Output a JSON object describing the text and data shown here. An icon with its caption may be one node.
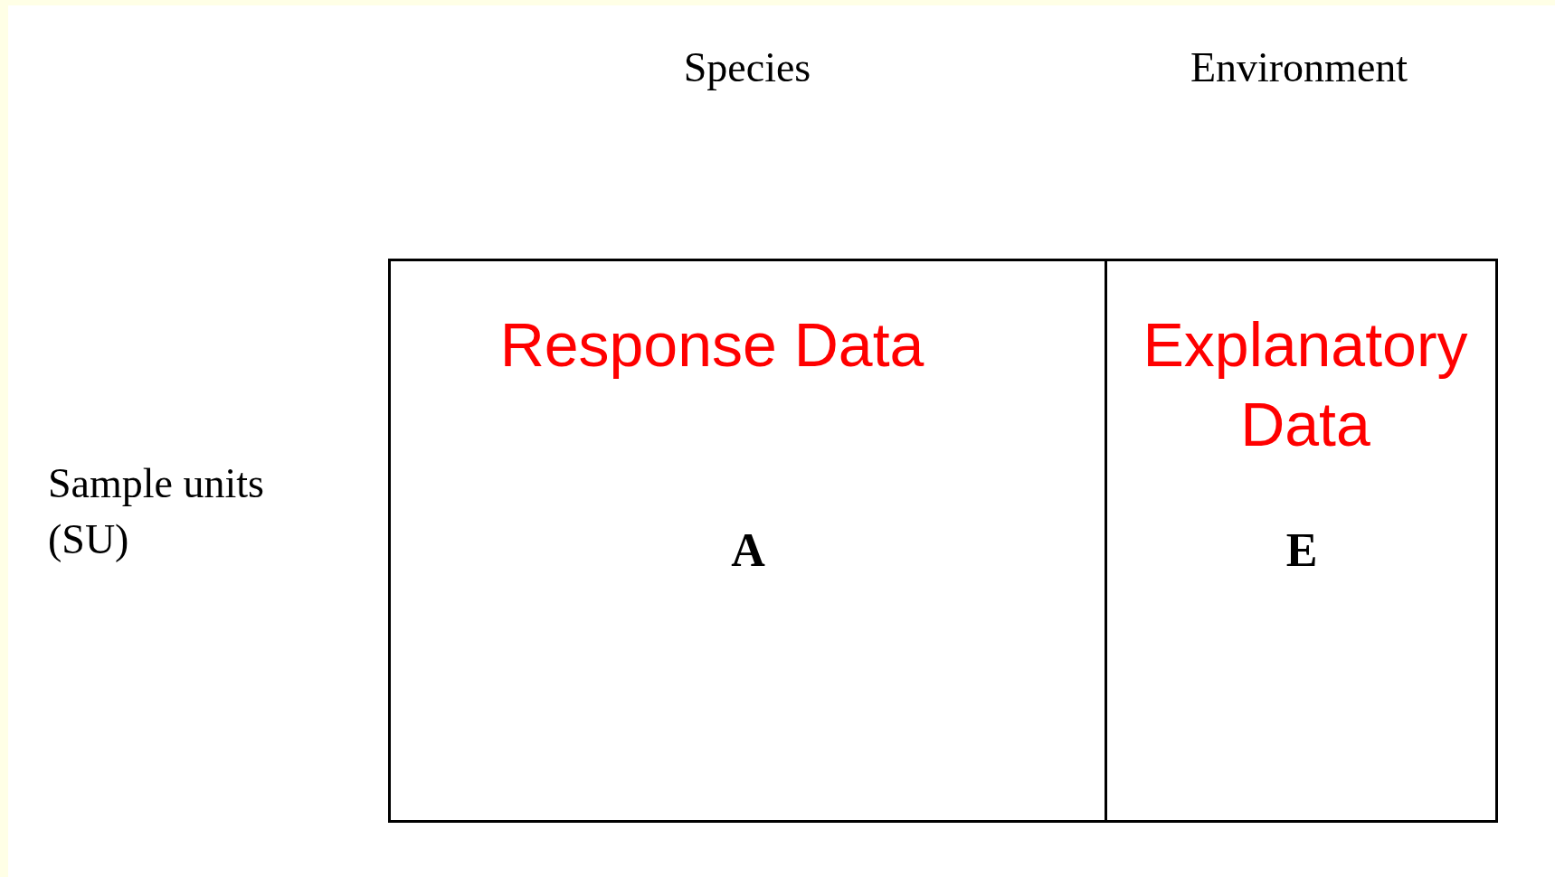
{
  "diagram": {
    "nodes": [
      {
        "text": [
          "Response Data",
          "A"
        ]
      },
      {
        "text": [
          "Explanatory Data",
          "E"
        ]
      }
    ],
    "edges": [],
    "labels": [
      "Species",
      "Environment",
      "Sample units (SU)"
    ]
  }
}
